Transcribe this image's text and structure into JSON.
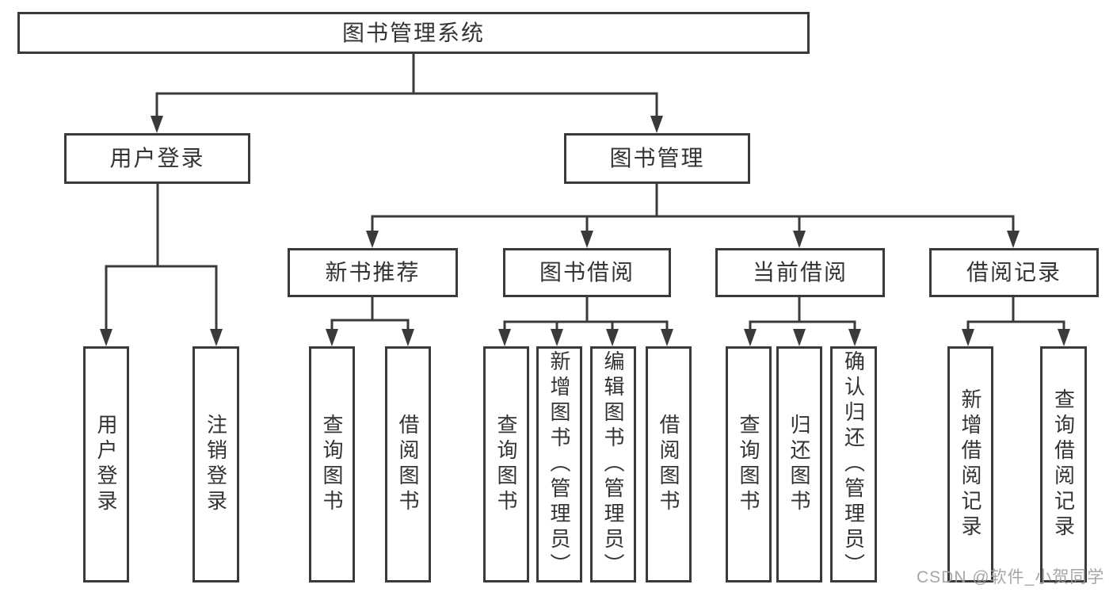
{
  "root": {
    "label": "图书管理系统",
    "children": [
      {
        "label": "用户登录",
        "children": [
          {
            "label": "用户登录"
          },
          {
            "label": "注销登录"
          }
        ]
      },
      {
        "label": "图书管理",
        "children": [
          {
            "label": "新书推荐",
            "children": [
              {
                "label": "查询图书"
              },
              {
                "label": "借阅图书"
              }
            ]
          },
          {
            "label": "图书借阅",
            "children": [
              {
                "label": "查询图书"
              },
              {
                "label": "新增图书（管理员）"
              },
              {
                "label": "编辑图书（管理员）"
              },
              {
                "label": "借阅图书"
              }
            ]
          },
          {
            "label": "当前借阅",
            "children": [
              {
                "label": "查询图书"
              },
              {
                "label": "归还图书"
              },
              {
                "label": "确认归还（管理员）"
              }
            ]
          },
          {
            "label": "借阅记录",
            "children": [
              {
                "label": "新增借阅记录"
              },
              {
                "label": "查询借阅记录"
              }
            ]
          }
        ]
      }
    ]
  },
  "watermark": {
    "text": "CSDN @软件_小贺同学"
  },
  "colors": {
    "line": "#3a3a3a",
    "box_border": "#3a3a3a",
    "text": "#333333",
    "watermark": "#9e9e9e",
    "background": "#ffffff"
  }
}
